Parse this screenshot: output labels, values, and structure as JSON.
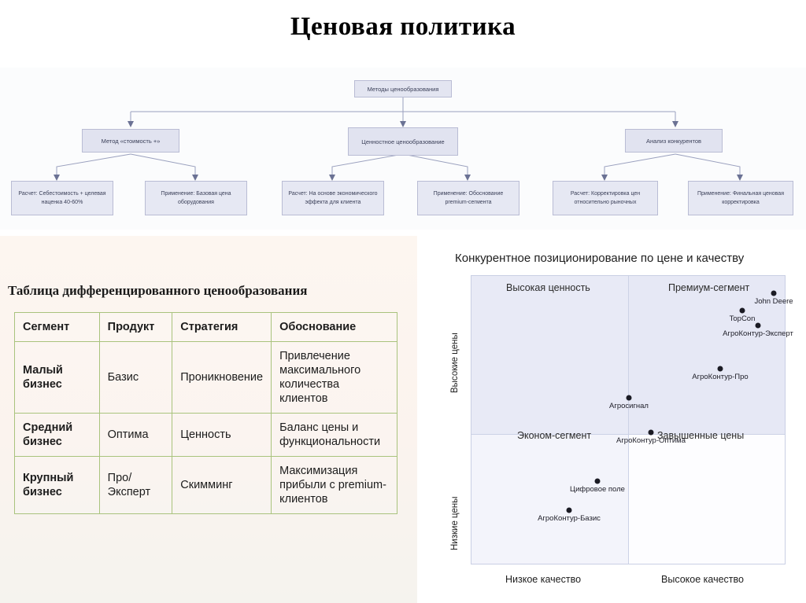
{
  "slide": {
    "title": "Ценовая политика"
  },
  "diagram": {
    "root": "Методы ценообразования",
    "branches": [
      {
        "label": "Метод «стоимость +»"
      },
      {
        "label": "Ценностное ценообразование"
      },
      {
        "label": "Анализ конкурентов"
      }
    ],
    "leaves": [
      {
        "label": "Расчет: Себестоимость + целевая наценка 40-60%"
      },
      {
        "label": "Применение: Базовая цена оборудования"
      },
      {
        "label": "Расчет: На основе экономического эффекта для клиента"
      },
      {
        "label": "Применение: Обоснование premium-сегмента"
      },
      {
        "label": "Расчет: Корректировка цен относительно рыночных"
      },
      {
        "label": "Применение: Финальная ценовая корректировка"
      }
    ]
  },
  "table": {
    "caption": "Таблица дифференцированного ценообразования",
    "headers": [
      "Сегмент",
      "Продукт",
      "Стратегия",
      "Обоснование"
    ],
    "rows": [
      [
        "Малый бизнес",
        "Базис",
        "Проникновение",
        "Привлечение максимального количества клиентов"
      ],
      [
        "Средний бизнес",
        "Оптима",
        "Ценность",
        "Баланс цены и функциональности"
      ],
      [
        "Крупный бизнес",
        "Про/Эксперт",
        "Скимминг",
        "Максимизация прибыли с premium-клиентов"
      ]
    ],
    "border_color": "#a9c37d"
  },
  "chart_data": {
    "type": "scatter",
    "title": "Конкурентное позиционирование по цене и качеству",
    "xlabel_left": "Низкое качество",
    "xlabel_right": "Высокое качество",
    "ylabel_top": "Высокие цены",
    "ylabel_bottom": "Низкие цены",
    "xlim": [
      0,
      100
    ],
    "ylim": [
      0,
      100
    ],
    "grid": false,
    "legend": "none",
    "quadrants": [
      {
        "name": "Высокая ценность",
        "position": "top-left",
        "color": "#e8eaf6"
      },
      {
        "name": "Премиум-сегмент",
        "position": "top-right",
        "color": "#e6e8f5"
      },
      {
        "name": "Эконом-сегмент",
        "position": "bottom-left",
        "color": "#f3f4fb"
      },
      {
        "name": "Завышенные цены",
        "position": "bottom-right",
        "color": "#fdfdff"
      }
    ],
    "points": [
      {
        "label": "John Deere",
        "x": 96,
        "y": 94
      },
      {
        "label": "TopCon",
        "x": 86,
        "y": 88
      },
      {
        "label": "АгроКонтур-Эксперт",
        "x": 91,
        "y": 83
      },
      {
        "label": "АгроКонтур-Про",
        "x": 79,
        "y": 68
      },
      {
        "label": "Агросигнал",
        "x": 50,
        "y": 58
      },
      {
        "label": "АгроКонтур-Оптима",
        "x": 57,
        "y": 46
      },
      {
        "label": "Цифровое поле",
        "x": 40,
        "y": 29
      },
      {
        "label": "АгроКонтур-Базис",
        "x": 31,
        "y": 19
      }
    ]
  }
}
